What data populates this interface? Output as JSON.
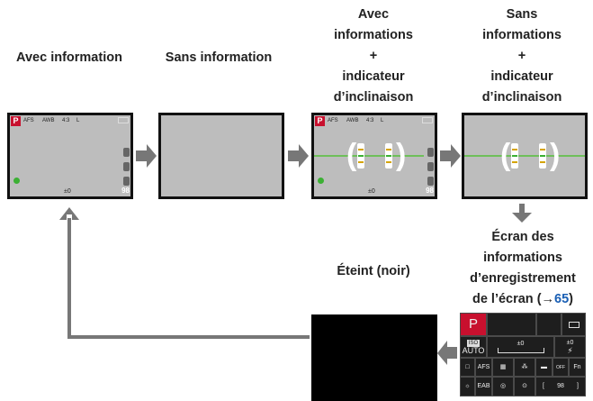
{
  "modes": [
    {
      "label": "Avec information"
    },
    {
      "label": "Sans information"
    },
    {
      "label": "Avec\ninformations\n+\nindicateur\nd’inclinaison"
    },
    {
      "label": "Sans\ninformations\n+\nindicateur\nd’inclinaison"
    }
  ],
  "monitor_info": {
    "label_prefix": "Écran des\ninformations\nd’enregistrement\nde l’écran (",
    "arrow_glyph": "→",
    "page_ref": "65",
    "label_suffix": ")"
  },
  "off_mode": {
    "label": "Éteint (noir)"
  },
  "screen": {
    "mode_letter": "P",
    "shots_remaining": "98",
    "status_icons": [
      "AFS",
      "AWB",
      "4:3",
      "L"
    ],
    "exposure_comp": "±0"
  },
  "panel": {
    "mode_letter": "P",
    "iso": "ISO",
    "iso_value": "AUTO",
    "ev_label": "±0",
    "flash_label": "±0",
    "af_mode": "AFS",
    "fn_label": "Fn",
    "count": "98",
    "bracket_left": "[",
    "bracket_right": "]",
    "eab": "EAB",
    "off": "OFF"
  },
  "colors": {
    "accent": "#c8102e",
    "arrow": "#777777",
    "link": "#1a5fb4",
    "focus": "#3cb034"
  }
}
